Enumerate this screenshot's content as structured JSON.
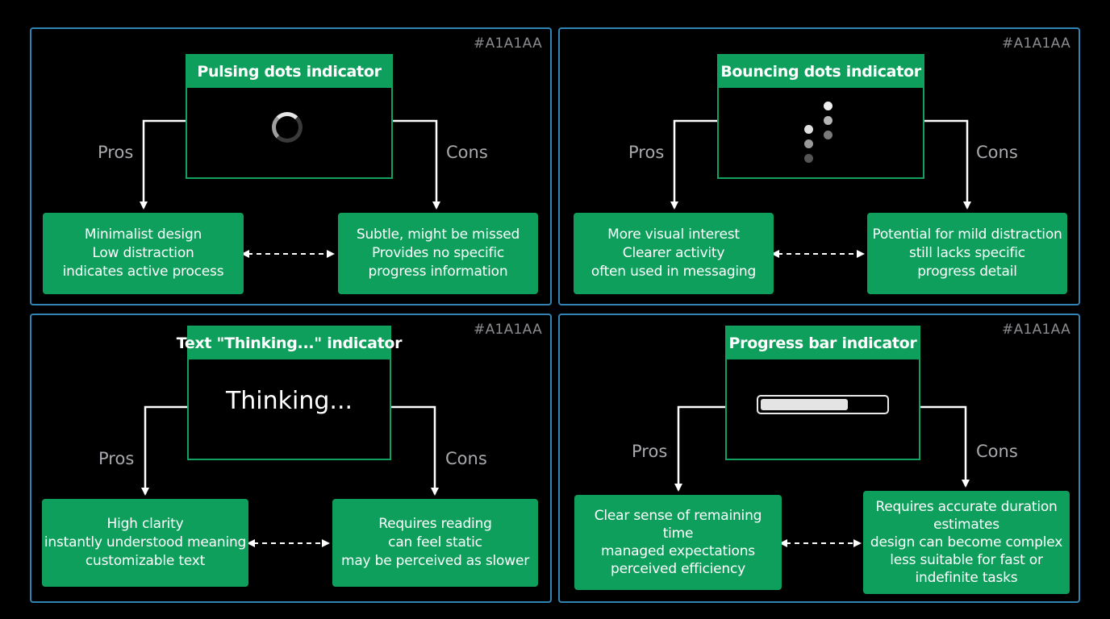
{
  "panels": [
    {
      "hex": "#A1A1AA",
      "title": "Pulsing dots indicator",
      "pros_label": "Pros",
      "cons_label": "Cons",
      "pros": [
        "Minimalist design",
        "Low distraction",
        "indicates active process"
      ],
      "cons": [
        "Subtle, might be missed",
        "Provides no specific",
        "progress information"
      ]
    },
    {
      "hex": "#A1A1AA",
      "title": "Bouncing dots indicator",
      "pros_label": "Pros",
      "cons_label": "Cons",
      "pros": [
        "More visual interest",
        "Clearer activity",
        "often used in messaging"
      ],
      "cons": [
        "Potential for mild distraction",
        "still lacks specific",
        "progress detail"
      ]
    },
    {
      "hex": "#A1A1AA",
      "title": "Text \"Thinking...\" indicator",
      "preview_text": "Thinking...",
      "pros_label": "Pros",
      "cons_label": "Cons",
      "pros": [
        "High clarity",
        "instantly understood meaning",
        "customizable text"
      ],
      "cons": [
        "Requires reading",
        "can feel static",
        "may be perceived as slower"
      ]
    },
    {
      "hex": "#A1A1AA",
      "title": "Progress bar indicator",
      "progress_fraction": 0.7,
      "pros_label": "Pros",
      "cons_label": "Cons",
      "pros": [
        "Clear sense of remaining",
        "time",
        "managed expectations",
        "perceived efficiency"
      ],
      "cons": [
        "Requires accurate duration",
        "estimates",
        "design can become complex",
        "less suitable for fast or",
        "indefinite tasks"
      ]
    }
  ],
  "colors": {
    "panel_border": "#2f86b5",
    "accent_green": "#0f9f5c",
    "label_gray": "#a8a8ad"
  }
}
